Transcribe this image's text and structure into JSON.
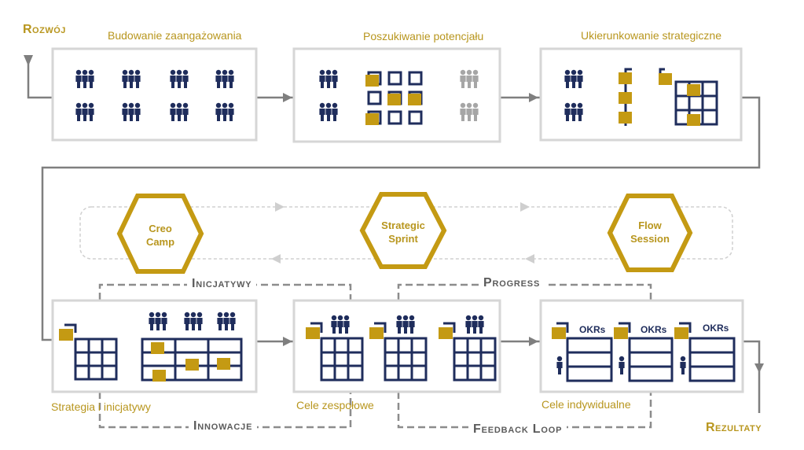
{
  "corner_labels": {
    "start": "Rozwój",
    "end": "Rezultaty"
  },
  "stages_top": [
    {
      "label": "Budowanie zaangażowania"
    },
    {
      "label": "Poszukiwanie potencjału"
    },
    {
      "label": "Ukierunkowanie strategiczne"
    }
  ],
  "stages_bottom": [
    {
      "label": "Strategia i inicjatywy"
    },
    {
      "label": "Cele zespołowe"
    },
    {
      "label": "Cele indywidualne"
    }
  ],
  "loops": {
    "initiatives": "Inicjatywy",
    "progress": "Progress",
    "innovations": "Innowacje",
    "feedback": "Feedback Loop"
  },
  "hexagons": [
    {
      "line1": "Creo",
      "line2": "Camp"
    },
    {
      "line1": "Strategic",
      "line2": "Sprint"
    },
    {
      "line1": "Flow",
      "line2": "Session"
    }
  ],
  "okr_label": "OKRs",
  "colors": {
    "gold": "#c49a13",
    "navy": "#1f2d5c",
    "gray": "#a6a6a6",
    "box_border": "#d6d6d6"
  }
}
